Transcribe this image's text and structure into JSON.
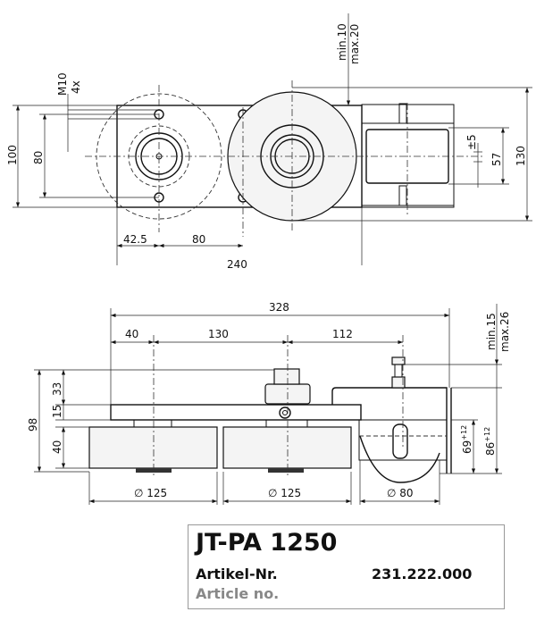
{
  "top_view": {
    "dims": {
      "m10": "M10",
      "qty4x": "4x",
      "min10": "min.10",
      "max20": "max.20",
      "d100": "100",
      "d80v": "80",
      "d42_5": "42.5",
      "d80h": "80",
      "d240": "240",
      "pm5": "±5",
      "d57": "57",
      "d130": "130"
    }
  },
  "side_view": {
    "dims": {
      "d328": "328",
      "d40h": "40",
      "d130": "130",
      "d112": "112",
      "min15": "min.15",
      "max26": "max.26",
      "d33": "33",
      "d15": "15",
      "d98": "98",
      "d40v": "40",
      "d69": "69",
      "d69_tol": "+12",
      "d86": "86",
      "d86_tol": "+12",
      "dia125a": "∅ 125",
      "dia125b": "∅ 125",
      "dia80": "∅ 80"
    }
  },
  "title_block": {
    "product": "JT-PA 1250",
    "article_label_de": "Artikel-Nr.",
    "article_number": "231.222.000",
    "article_label_en": "Article no."
  }
}
